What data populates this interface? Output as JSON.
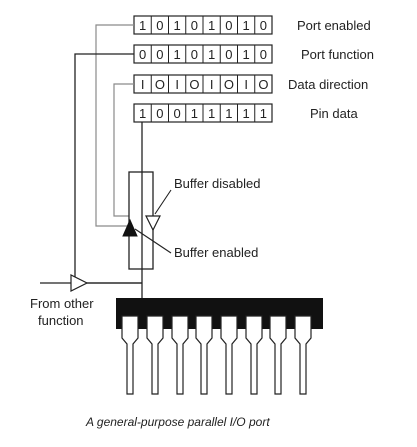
{
  "registers": [
    {
      "label": "Port enabled",
      "bits": [
        "1",
        "0",
        "1",
        "0",
        "1",
        "0",
        "1",
        "0"
      ]
    },
    {
      "label": "Port function",
      "bits": [
        "0",
        "0",
        "1",
        "0",
        "1",
        "0",
        "1",
        "0"
      ]
    },
    {
      "label": "Data direction",
      "bits": [
        "I",
        "O",
        "I",
        "O",
        "I",
        "O",
        "I",
        "O"
      ]
    },
    {
      "label": "Pin data",
      "bits": [
        "1",
        "0",
        "0",
        "1",
        "1",
        "1",
        "1",
        "1"
      ]
    }
  ],
  "annotations": {
    "buffer_disabled": "Buffer disabled",
    "buffer_enabled": "Buffer enabled",
    "from_other_line1": "From other",
    "from_other_line2": "function"
  },
  "caption": "A general-purpose parallel I/O port",
  "colors": {
    "line": "#222222",
    "gray_line": "#8a8a8a",
    "text": "#222222",
    "chip": "#111111",
    "background": "#ffffff"
  }
}
